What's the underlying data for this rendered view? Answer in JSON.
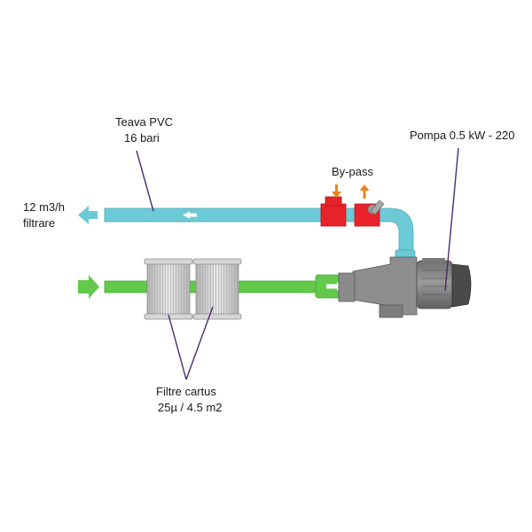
{
  "labels": {
    "pipe_line1": "Teava PVC",
    "pipe_line2": "16 bari",
    "pump": "Pompa 0.5 kW - 220",
    "bypass": "By-pass",
    "flow_line1": "12 m3/h",
    "flow_line2": "filtrare",
    "filters_line1": "Filtre cartus",
    "filters_line2": "25µ / 4.5 m2"
  },
  "colors": {
    "outlet_pipe": "#6cc9d6",
    "inlet_pipe": "#62c94a",
    "bypass_fittings": "#e8222a",
    "pump_body": "#8e8e8e",
    "leader_lines": "#4b2a6e"
  }
}
